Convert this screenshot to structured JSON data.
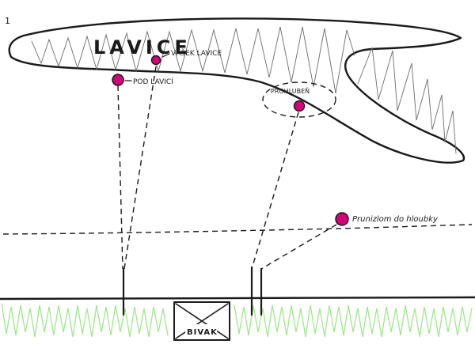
{
  "page_number": "1",
  "shelf": {
    "title": "LAVICE"
  },
  "points": [
    {
      "id": "vrsek",
      "label": "VRŠEK LAVICE",
      "color": "#d4007a"
    },
    {
      "id": "pod",
      "label": "POD LAVICÍ",
      "color": "#d4007a"
    },
    {
      "id": "prohluben",
      "label": "PROHLUBEŇ",
      "color": "#d4007a"
    },
    {
      "id": "prunizlom",
      "label": "Prunizlom do hloubky",
      "color": "#d4007a"
    }
  ],
  "bivak": {
    "label": "BIVAK"
  },
  "colors": {
    "ink": "#1a1a1a",
    "grass": "#9fe88c",
    "marker": "#d4007a",
    "marker_rim": "#1a1a1a"
  }
}
